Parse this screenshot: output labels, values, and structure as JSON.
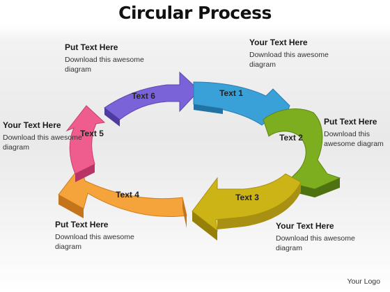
{
  "title": "Circular Process",
  "segments": [
    {
      "label": "Text 1",
      "color": "#3aa0d8"
    },
    {
      "label": "Text 2",
      "color": "#7dae1f"
    },
    {
      "label": "Text 3",
      "color": "#cdb416"
    },
    {
      "label": "Text 4",
      "color": "#f4a43a"
    },
    {
      "label": "Text 5",
      "color": "#ef5d8f"
    },
    {
      "label": "Text 6",
      "color": "#7a63d9"
    }
  ],
  "notes": [
    {
      "heading": "Put Text Here",
      "body": "Download this awesome diagram"
    },
    {
      "heading": "Your Text Here",
      "body": "Download this awesome diagram"
    },
    {
      "heading": "Your Text Here",
      "body": "Download this awesome diagram"
    },
    {
      "heading": "Put Text Here",
      "body": "Download this awesome diagram"
    },
    {
      "heading": "Put Text Here",
      "body": "Download this awesome diagram"
    },
    {
      "heading": "Your Text Here",
      "body": "Download this awesome diagram"
    }
  ],
  "logo": "Your Logo"
}
